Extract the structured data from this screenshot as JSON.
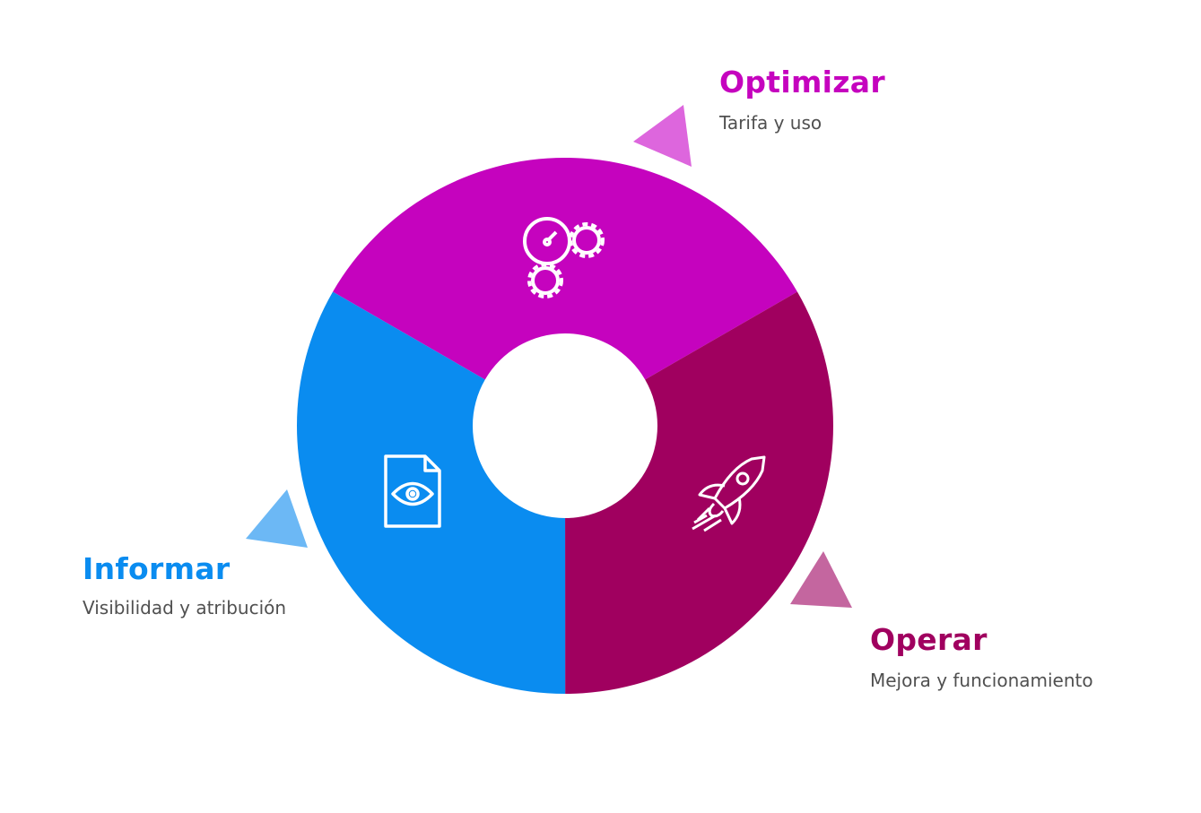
{
  "segments": [
    {
      "id": "optimizar",
      "title": "Optimizar",
      "subtitle": "Tarifa y uso",
      "color": "#c503be",
      "arrow_color": "#dd66dd",
      "icon": "gauge-gears-icon",
      "share": 0.3333
    },
    {
      "id": "operar",
      "title": "Operar",
      "subtitle": "Mejora y funcionamiento",
      "color": "#a0005f",
      "arrow_color": "#c4669f",
      "icon": "rocket-icon",
      "share": 0.3333
    },
    {
      "id": "informar",
      "title": "Informar",
      "subtitle": "Visibilidad y atribución",
      "color": "#0a8cf0",
      "arrow_color": "#6cb8f5",
      "icon": "document-eye-icon",
      "share": 0.3334
    }
  ]
}
